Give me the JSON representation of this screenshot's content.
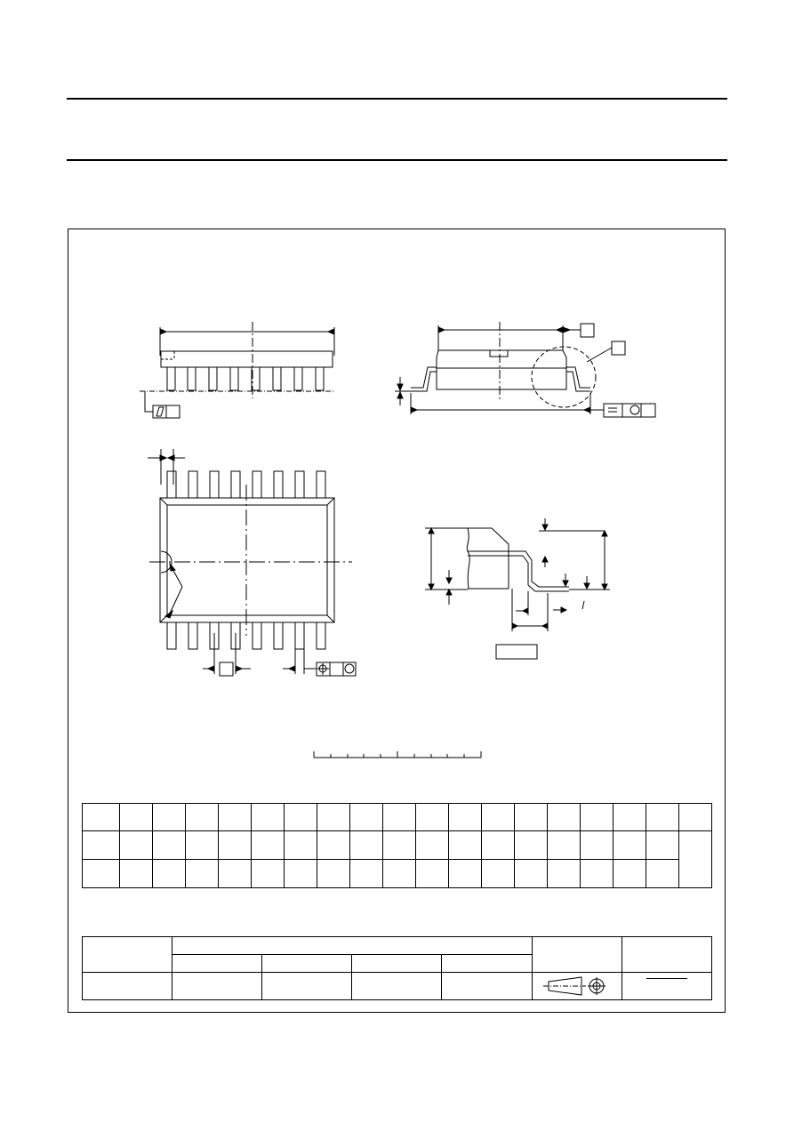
{
  "page": {
    "header_lines": 2
  },
  "drawing": {
    "package_pins_per_side": 8,
    "scale_ticks": 10
  },
  "dimensions_table": {
    "columns": 19,
    "rows": 3
  },
  "outline_table": {
    "top_columns": 5,
    "sub_columns": 4
  }
}
